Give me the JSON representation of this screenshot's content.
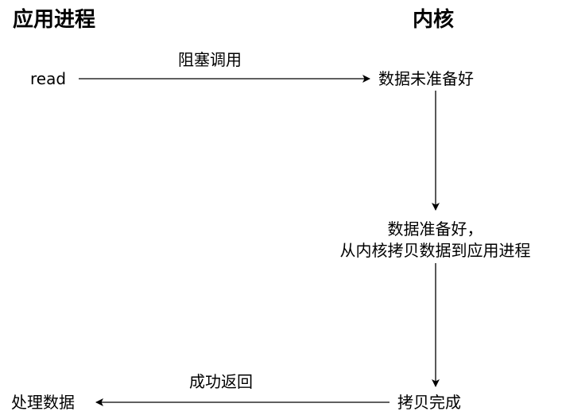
{
  "headings": {
    "left": "应用进程",
    "right": "内核"
  },
  "nodes": {
    "read": "read",
    "not_ready": "数据未准备好",
    "ready_line1": "数据准备好，",
    "ready_line2": "从内核拷贝数据到应用进程",
    "copy_done": "拷贝完成",
    "process": "处理数据"
  },
  "edges": {
    "blocking_call": "阻塞调用",
    "return_success": "成功返回"
  },
  "colors": {
    "line": "#000000",
    "text": "#000000",
    "background": "#ffffff"
  }
}
